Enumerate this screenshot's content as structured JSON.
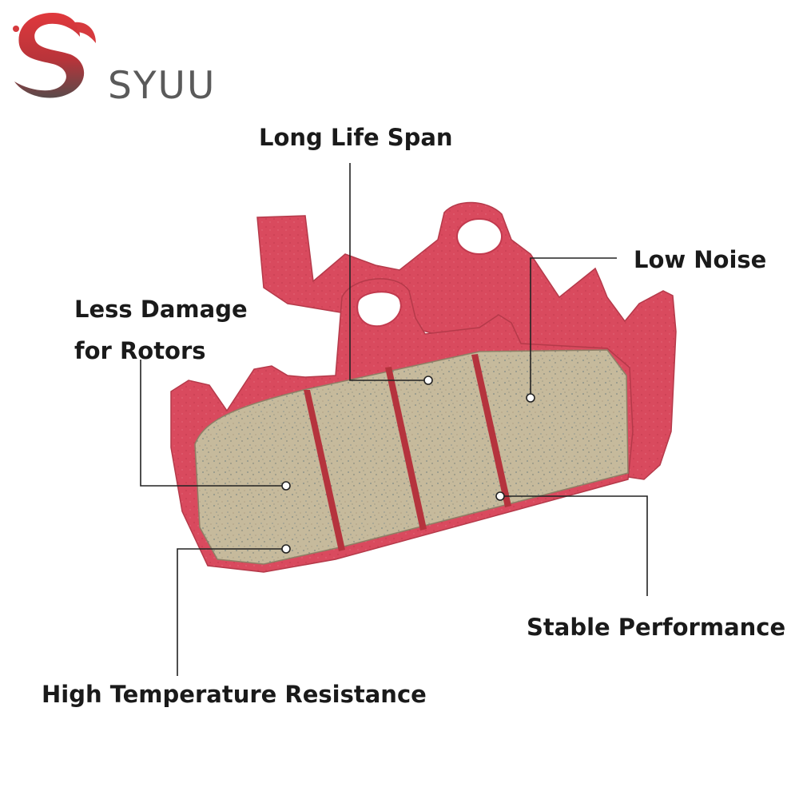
{
  "brand": {
    "name": "SYUU",
    "colors": {
      "logo_red": "#d0353a",
      "logo_gray": "#555555"
    }
  },
  "product": {
    "name": "brake-pad",
    "colors": {
      "backing_plate": "#d9485c",
      "friction_pad": "#c4b89a",
      "slots": "#b5333d"
    }
  },
  "callouts": {
    "long_life": "Long Life Span",
    "low_noise": "Low Noise",
    "less_damage_line1": "Less Damage",
    "less_damage_line2": "for Rotors",
    "stable": "Stable Performance",
    "high_temp": "High Temperature Resistance"
  }
}
